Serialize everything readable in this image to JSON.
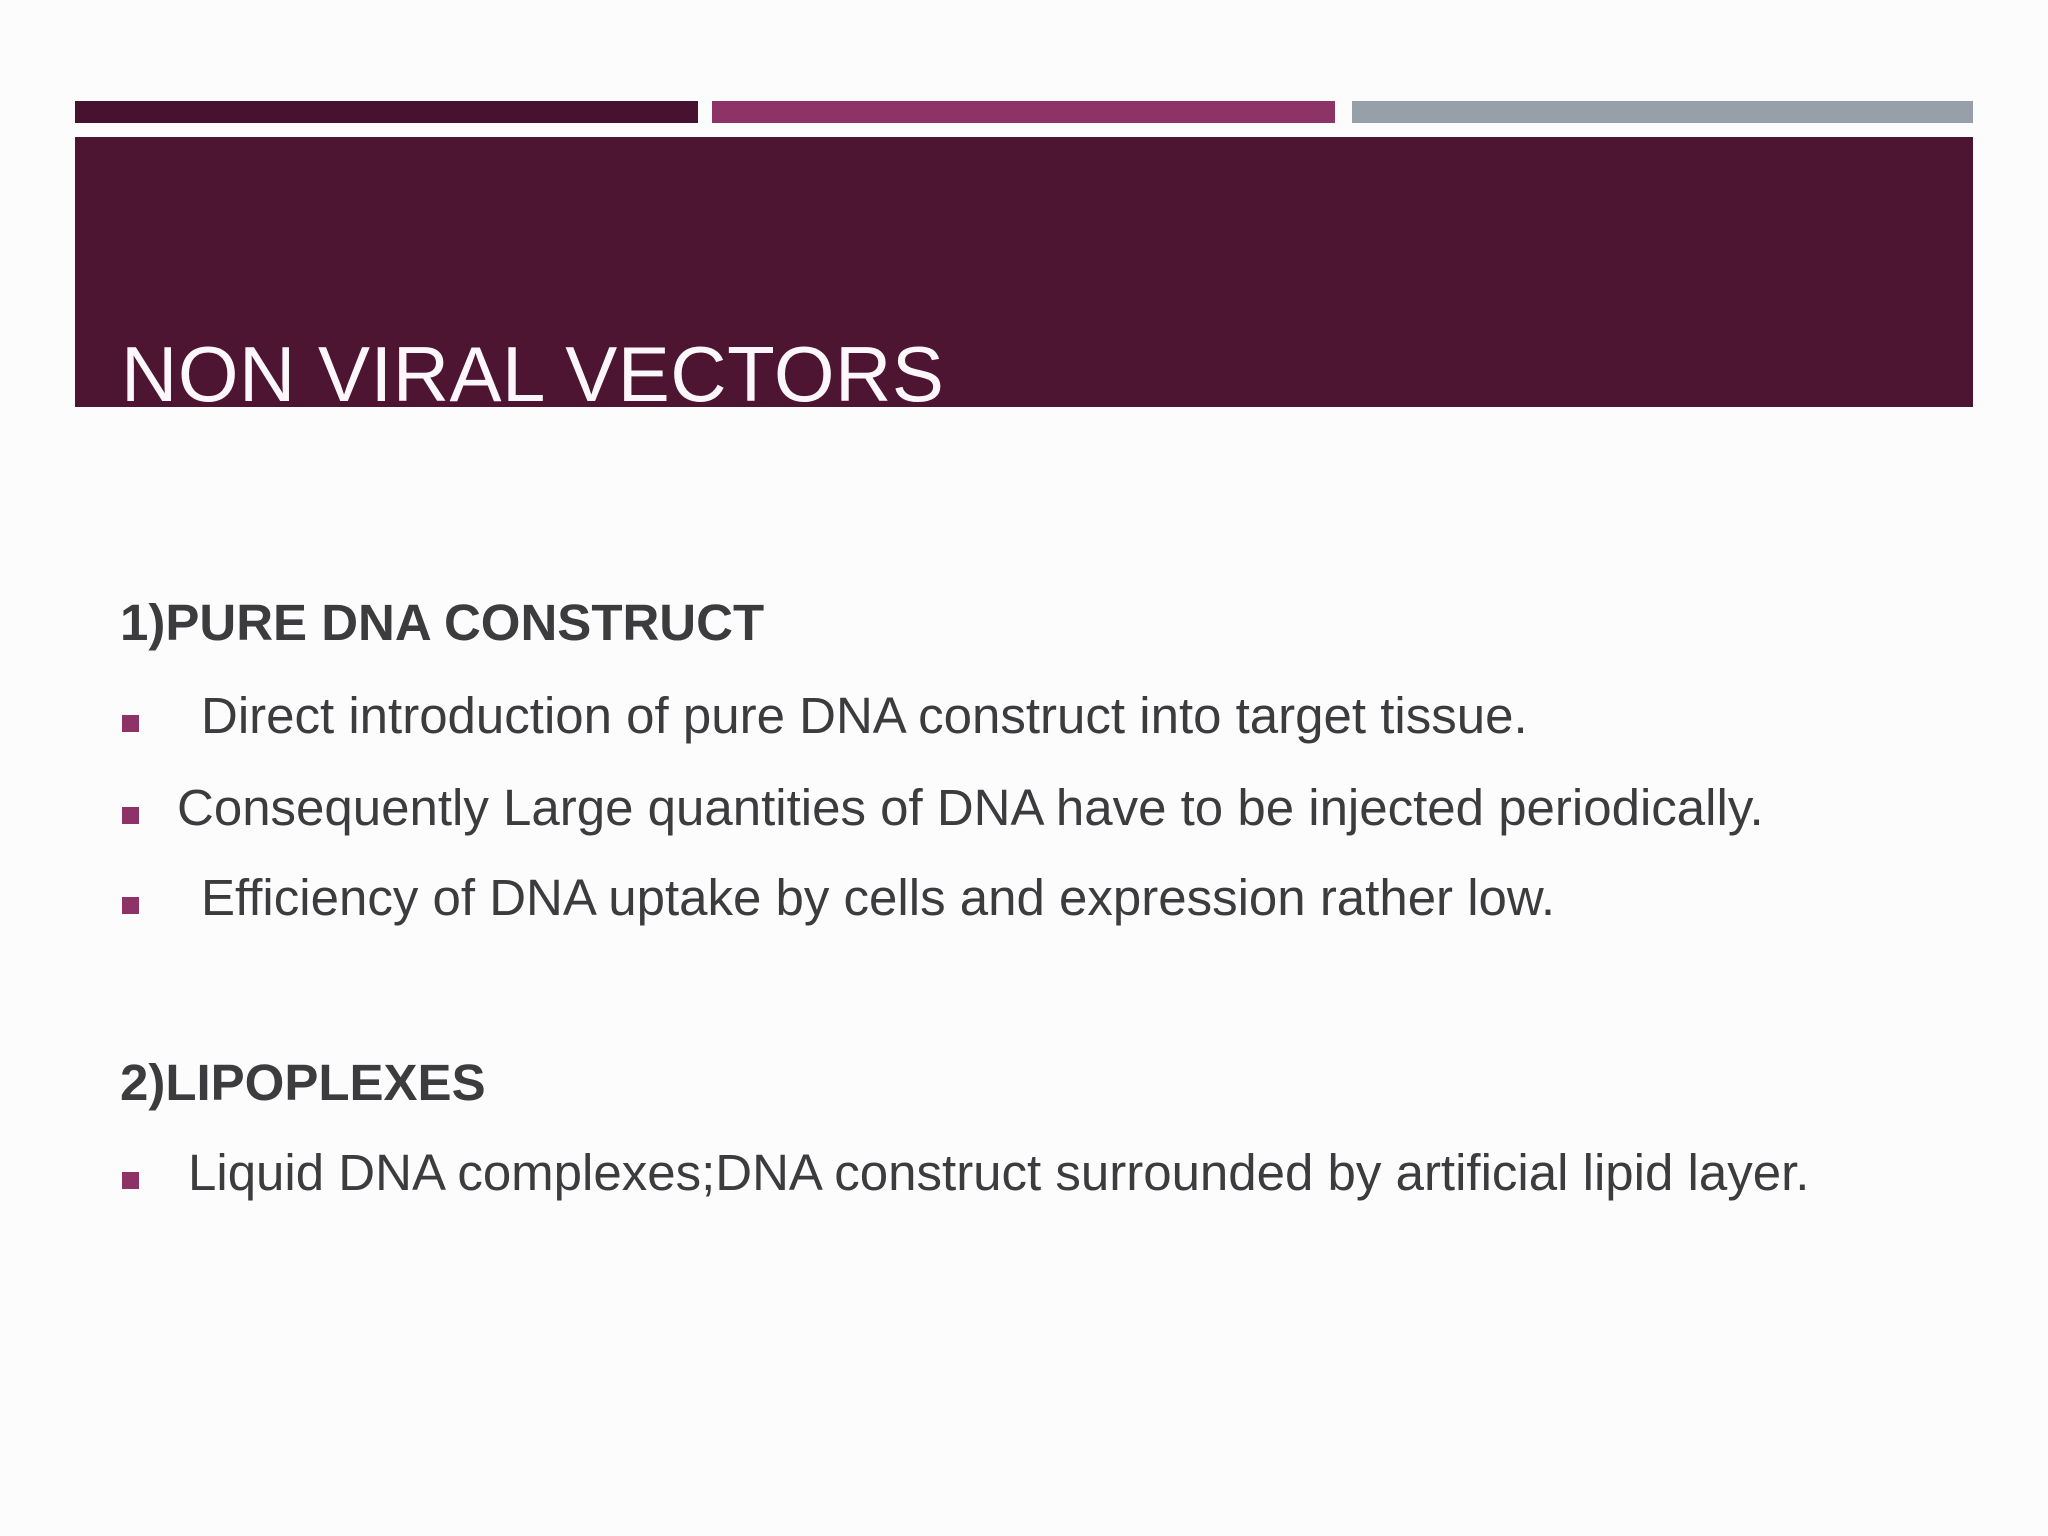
{
  "slide": {
    "title": "NON VIRAL VECTORS",
    "colors": {
      "banner": "#4e1533",
      "accent_bar_dark": "#471230",
      "accent_bar_magenta": "#8e3366",
      "accent_bar_gray": "#97a0a8",
      "bullet_marker": "#8e3366",
      "body_text": "#3c3c3e",
      "title_text": "#fcf7fa"
    },
    "sections": [
      {
        "heading": "1)PURE DNA CONSTRUCT",
        "bullets": [
          "Direct introduction of pure DNA construct into target tissue.",
          "Consequently Large quantities of DNA have to be injected periodically.",
          "Efficiency of DNA uptake by cells and expression rather low."
        ]
      },
      {
        "heading": "2)LIPOPLEXES",
        "bullets": [
          "Liquid DNA complexes;DNA construct surrounded by artificial lipid layer."
        ]
      }
    ]
  }
}
